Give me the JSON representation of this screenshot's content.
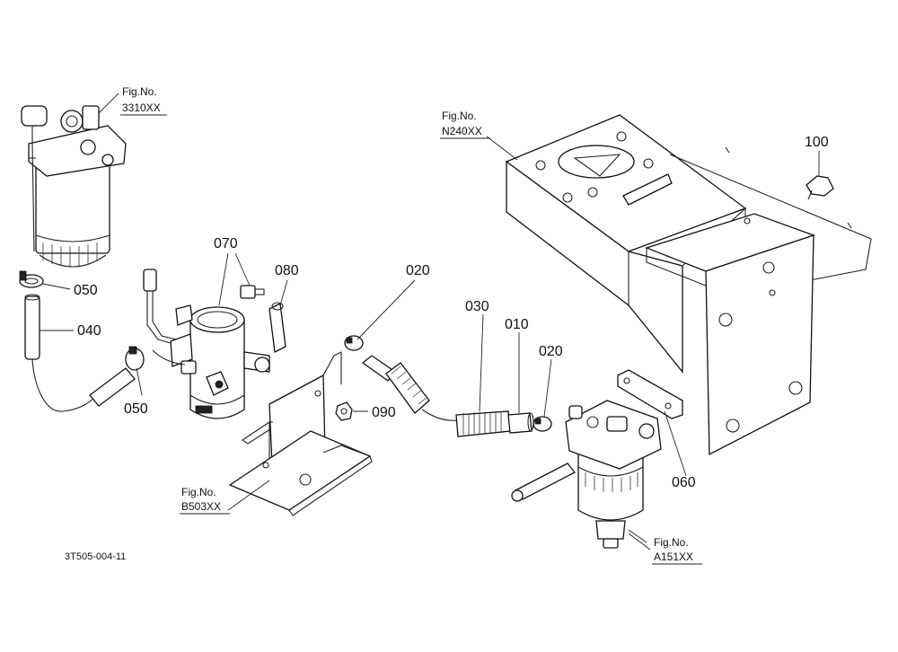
{
  "figure_refs": {
    "fig_3310": {
      "line1": "Fig.No.",
      "line2": "3310XX"
    },
    "fig_n240": {
      "line1": "Fig.No.",
      "line2": "N240XX"
    },
    "fig_b503": {
      "line1": "Fig.No.",
      "line2": "B503XX"
    },
    "fig_a151": {
      "line1": "Fig.No.",
      "line2": "A151XX"
    }
  },
  "part_numbers": {
    "p050_upper": "050",
    "p040": "040",
    "p050_lower": "050",
    "p070": "070",
    "p080": "080",
    "p090": "090",
    "p020_left": "020",
    "p030": "030",
    "p010": "010",
    "p020_right": "020",
    "p060": "060",
    "p100": "100"
  },
  "drawing_code": "3T505-004-11",
  "colors": {
    "line": "#222222",
    "background": "#ffffff"
  }
}
